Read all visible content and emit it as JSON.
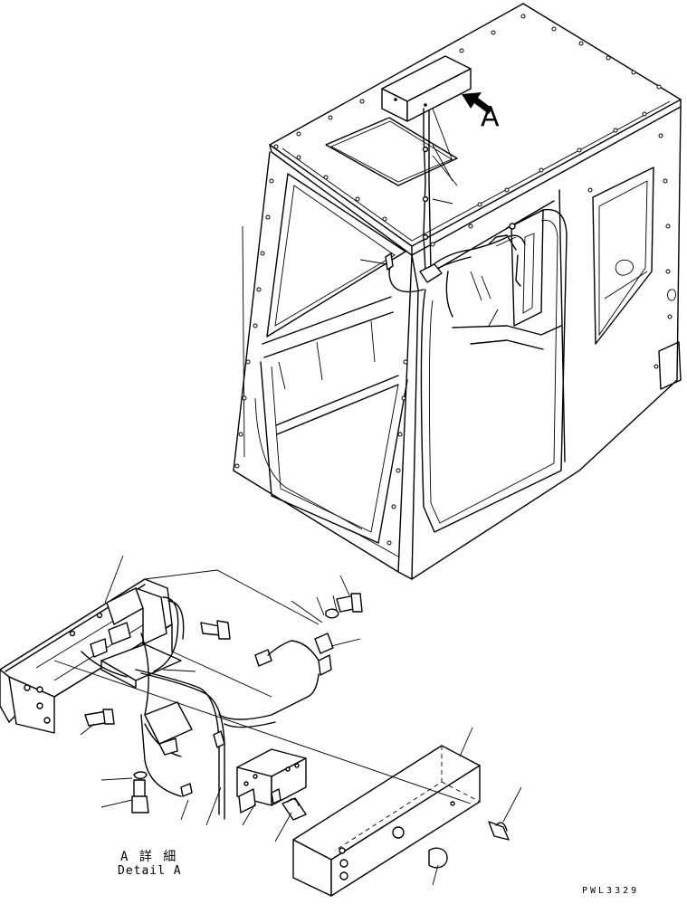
{
  "view_marker": {
    "label": "A"
  },
  "detail": {
    "title_jp": "A 詳 細",
    "title_en": "Detail A"
  },
  "drawing_code": "PWL3329",
  "colors": {
    "ink": "#000000",
    "paper": "#ffffff"
  }
}
